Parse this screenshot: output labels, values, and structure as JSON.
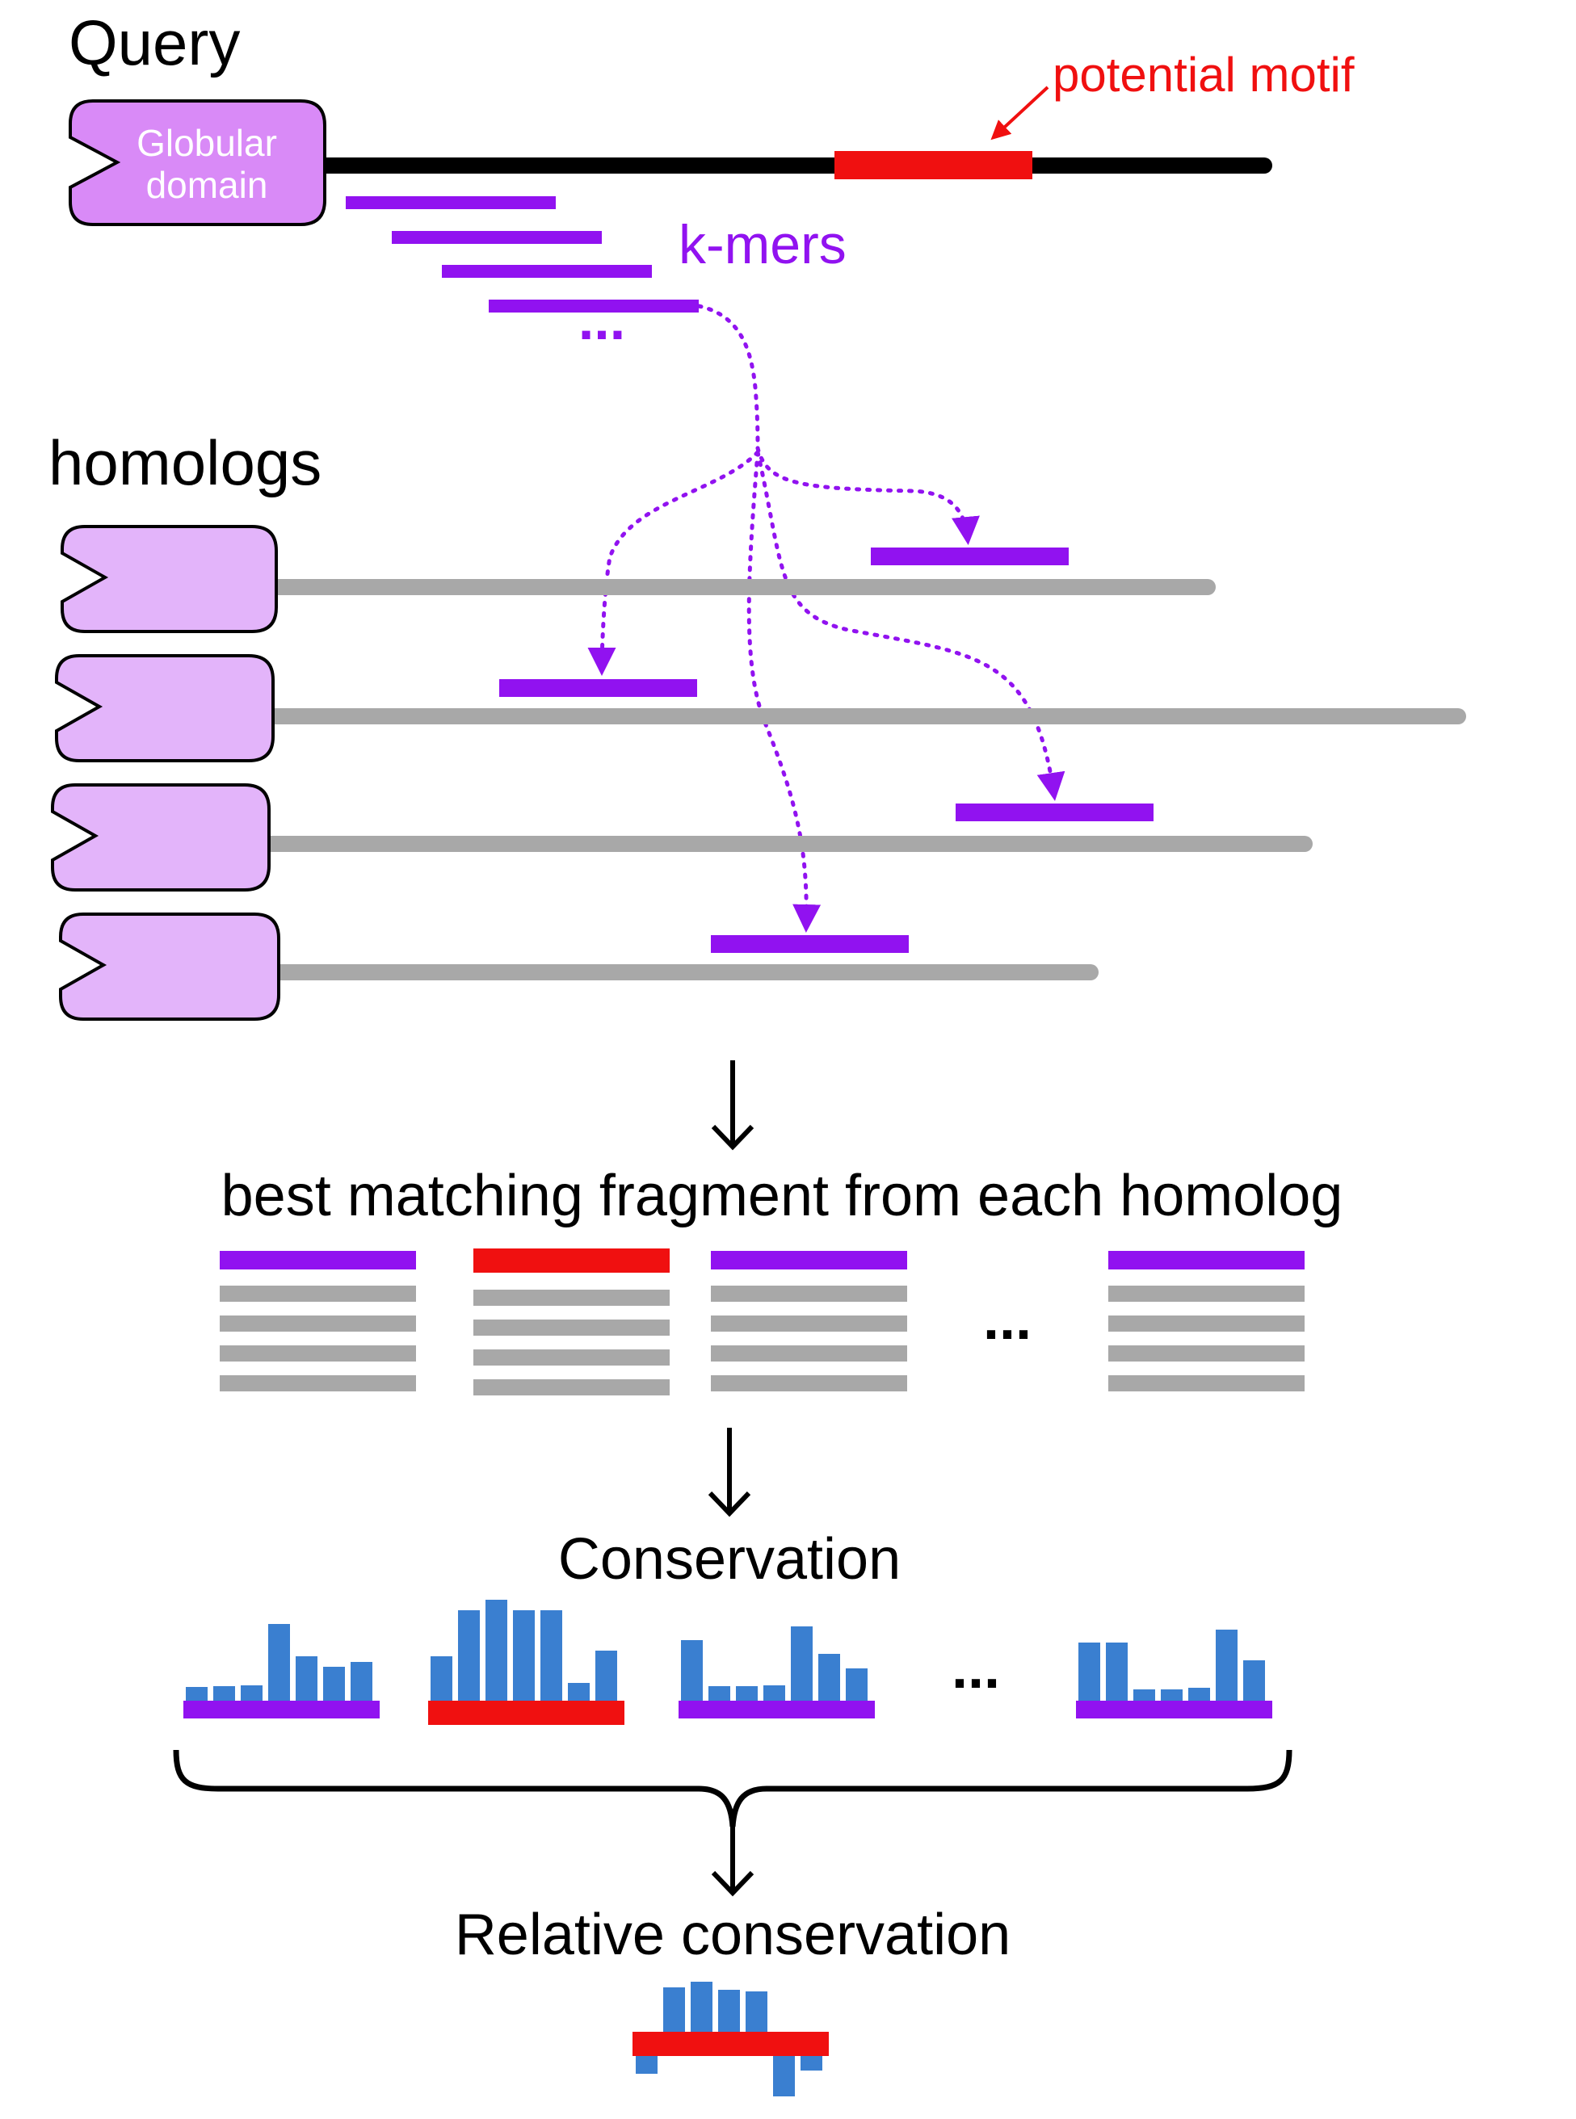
{
  "title_query": "Query",
  "potential_motif": "potential motif",
  "globular_domain_line1": "Globular",
  "globular_domain_line2": "domain",
  "kmers_label": "k-mers",
  "kmers_ellipsis": "...",
  "homologs_title": "homologs",
  "best_matching_label": "best matching fragment from each homolog",
  "fragment_ellipsis": "...",
  "conservation_label": "Conservation",
  "conservation_ellipsis": "...",
  "relative_conservation_label": "Relative conservation",
  "colors": {
    "purple": "#9112f0",
    "red": "#f01010",
    "gray": "#a8a8a8",
    "globular_fill": "#d98af7",
    "homolog_fill": "#e3b4fa",
    "blue": "#3a7fd0",
    "black": "#000000"
  },
  "conservation_profiles": [
    {
      "highlight": "purple",
      "values": [
        0.17,
        0.18,
        0.19,
        0.95,
        0.55,
        0.42,
        0.48
      ]
    },
    {
      "highlight": "red",
      "values": [
        0.55,
        1.12,
        1.25,
        1.12,
        1.12,
        0.22,
        0.62
      ]
    },
    {
      "highlight": "purple",
      "values": [
        0.75,
        0.18,
        0.18,
        0.19,
        0.92,
        0.58,
        0.4
      ]
    },
    {
      "highlight": "purple",
      "values": [
        0.72,
        0.72,
        0.14,
        0.14,
        0.16,
        0.88,
        0.5
      ]
    }
  ],
  "relative_conservation_values": [
    -0.22,
    0.55,
    0.62,
    0.52,
    0.5,
    -0.5,
    -0.18
  ]
}
